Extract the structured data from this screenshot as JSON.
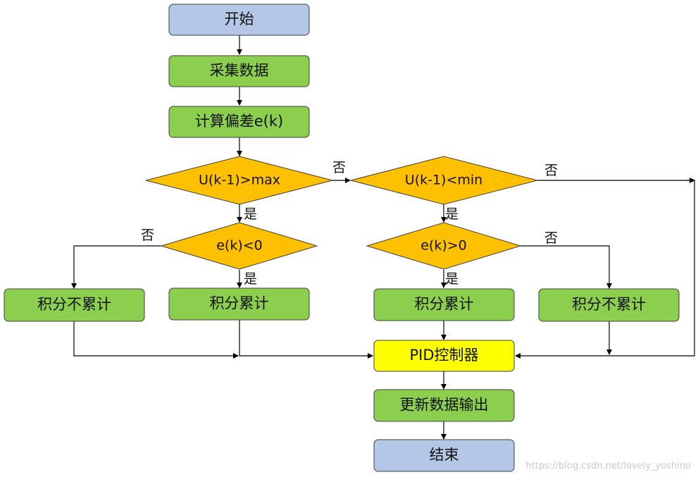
{
  "colors": {
    "start_end": "#b4c7e7",
    "process": "#8ccf4f",
    "decision": "#ffc000",
    "controller": "#ffff00",
    "stroke": "#3f3f3f",
    "line": "#000000"
  },
  "nodes": {
    "start": "开始",
    "collect": "采集数据",
    "calc_error": "计算偏差e(k)",
    "check_max": "U(k-1)>max",
    "check_min": "U(k-1)<min",
    "check_ek_neg": "e(k)<0",
    "check_ek_pos": "e(k)>0",
    "no_accum_left": "积分不累计",
    "accum_left": "积分累计",
    "accum_right": "积分累计",
    "no_accum_right": "积分不累计",
    "pid": "PID控制器",
    "update_output": "更新数据输出",
    "end": "结束"
  },
  "edge_labels": {
    "max_no": "否",
    "min_no": "否",
    "max_yes": "是",
    "min_yes": "是",
    "ek_neg_no": "否",
    "ek_neg_yes": "是",
    "ek_pos_no": "否",
    "ek_pos_yes": "是"
  },
  "watermark": "https://blog.csdn.net/lovely_yoshino"
}
